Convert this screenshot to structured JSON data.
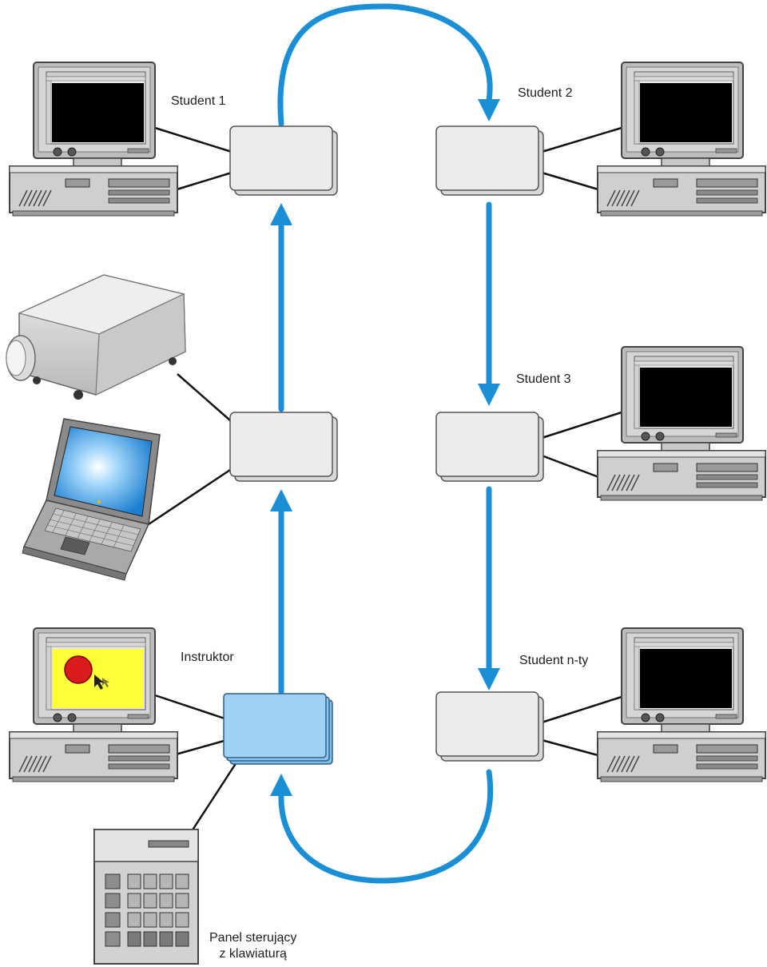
{
  "labels": {
    "student_1": "Student 1",
    "student_2": "Student 2",
    "student_3": "Student 3",
    "student_n": "Student n-ty",
    "instructor": "Instruktor",
    "panel_line1": "Panel sterujący",
    "panel_line2": "z klawiaturą"
  },
  "colors": {
    "arrow": "#1a8fd6",
    "hub_gray": "#ececec",
    "hub_instructor": "#9fd2f2",
    "screen": "#000000",
    "instructor_screen": "#ffff3a",
    "cursor_ball": "#d91b1b",
    "laptop_screen": "#3aa7e8",
    "cable": "#111111"
  },
  "icons": {
    "computer": "desktop-computer-icon",
    "projector": "projector-icon",
    "laptop": "laptop-icon",
    "control_panel": "control-panel-keypad-icon",
    "hub": "signal-distribution-box-icon"
  }
}
